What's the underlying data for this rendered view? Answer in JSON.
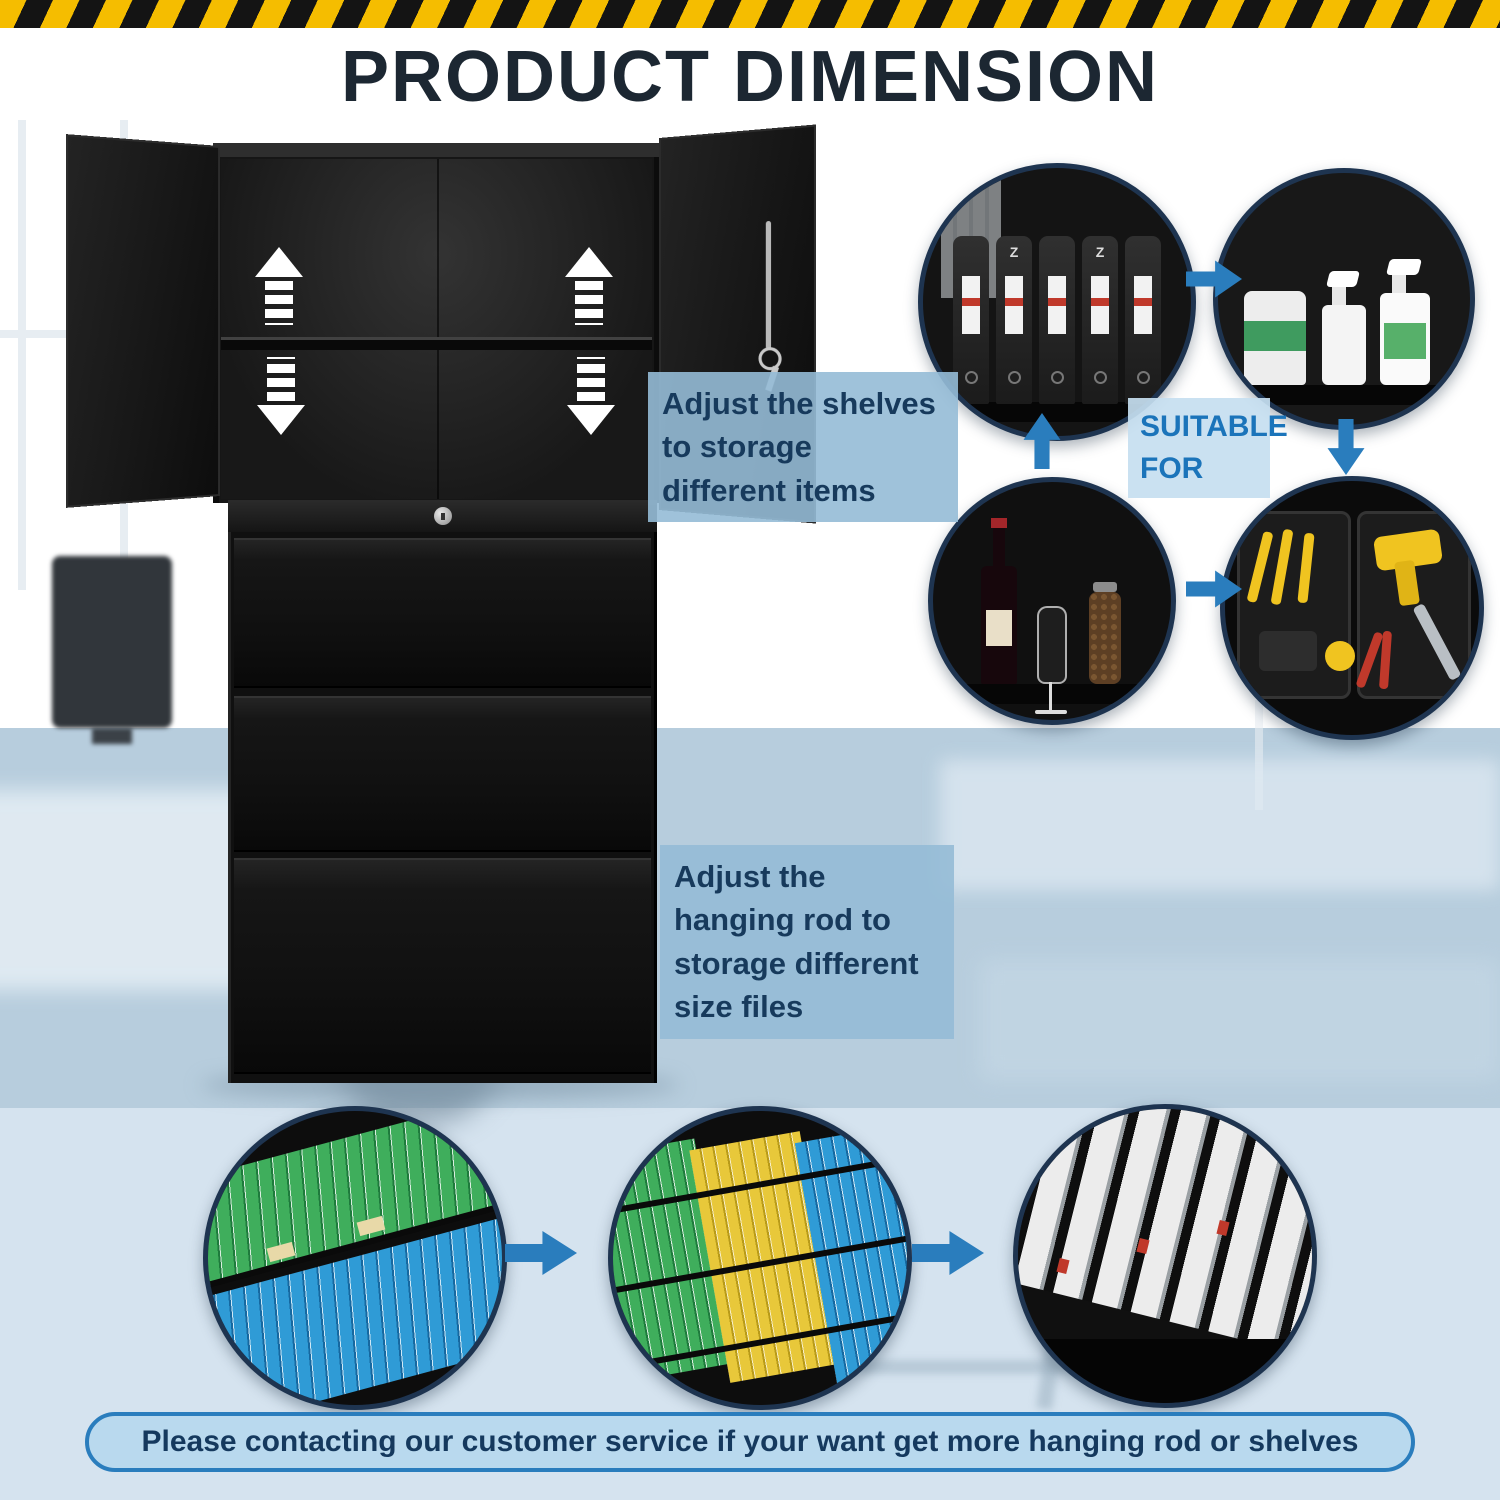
{
  "title": "PRODUCT DIMENSION",
  "callouts": {
    "shelves": "Adjust the shelves to storage different items",
    "hanging_rod": "Adjust the hanging rod to storage different size files",
    "suitable_for": "SUITABLE FOR",
    "footer": "Please contacting our customer service if your want get more hanging rod or shelves"
  },
  "labels": {
    "binder_logo": "Z"
  },
  "colors": {
    "accent_blue": "#2a7dbd",
    "navy_text": "#173a5c",
    "hazard_yellow": "#f5bd00",
    "hazard_black": "#141414",
    "callout_bg": "#95bbd6",
    "circle_border": "#1e3450",
    "band_mid": "#b7cddd",
    "band_bottom": "#d5e3ef"
  }
}
